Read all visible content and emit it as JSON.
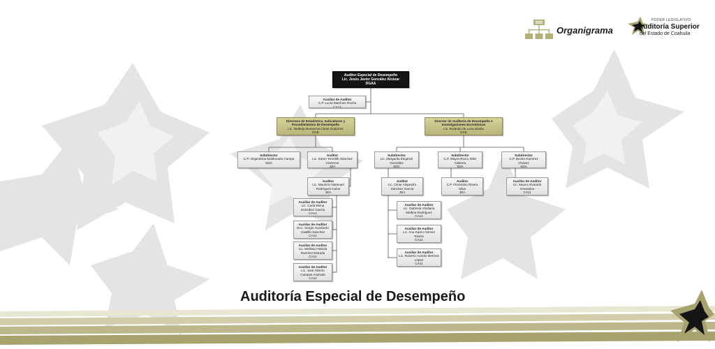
{
  "header": {
    "section_label": "Organigrama",
    "logo_line1": "PODER LEGISLATIVO",
    "logo_line2": "Auditoría Superior",
    "logo_line3": "del Estado de Coahuila"
  },
  "footer_title": "Auditoría Especial de Desempeño",
  "colors": {
    "olive": "#b4b078",
    "olive_dark": "#8c8a55",
    "stripe_light": "#d7d3b6",
    "top_node": "#141414",
    "bg_star": "#e3e3e3"
  },
  "icons": [
    "org-chart-icon",
    "auditoria-logo-icon",
    "background-star-icon"
  ],
  "nodes": [
    {
      "id": "top",
      "kind": "top",
      "title": "Auditor Especial de Desempeño",
      "name": "Lic. Jesús Javier González Alcázar",
      "code": "DGAA"
    },
    {
      "id": "aux0",
      "kind": "box",
      "title": "Auxiliar de Auditor",
      "name": "C.P. Lucía Martínez Roche",
      "code": "CA14"
    },
    {
      "id": "dirA",
      "kind": "dir",
      "title": "Directora de Estadística, Indicadores y Procedimientos de Desempeño",
      "name": "Lic. Nelbely Monserrat Cantú Gutiérrez",
      "code": "DAE"
    },
    {
      "id": "dirB",
      "kind": "dir",
      "title": "Director de Auditoría de Desempeño e Investigaciones Económicas",
      "name": "Lic. Rolando de Luna Dávila",
      "code": "DAE"
    },
    {
      "id": "sub1",
      "kind": "box",
      "title": "Subdirector",
      "name": "C.P. Alejandrina Maldonado Campa",
      "code": "SDC"
    },
    {
      "id": "aud1",
      "kind": "box",
      "title": "Auditor",
      "name": "Lic. Karen Yeredith Sánchez Cisneros",
      "code": "JDA"
    },
    {
      "id": "sub2",
      "kind": "box",
      "title": "Subdirector",
      "name": "Lic. Margarita Esquivel González",
      "code": "SDC"
    },
    {
      "id": "sub3",
      "kind": "box",
      "title": "Subdirector",
      "name": "C.P. Mayra Rocío Siller Cabrera",
      "code": "SDA"
    },
    {
      "id": "sub4",
      "kind": "box",
      "title": "Subdirector",
      "name": "C.P. Benito Ramírez Chávez",
      "code": "SDA"
    },
    {
      "id": "aud2",
      "kind": "box",
      "title": "Auditor",
      "name": "Lic. Mauricio Natanael Rodríguez Culos",
      "code": "JDA"
    },
    {
      "id": "aud3",
      "kind": "box",
      "title": "Auditor",
      "name": "Lic. Omar Alejandro Sánchez García",
      "code": "JDA"
    },
    {
      "id": "aud4",
      "kind": "box",
      "title": "Auditor",
      "name": "C.P. Florentino Rivera Silva",
      "code": "JDA"
    },
    {
      "id": "aux5",
      "kind": "box",
      "title": "Auxiliar de Auditor",
      "name": "Lic. Mauro Alvarado Granados",
      "code": "CA11"
    },
    {
      "id": "aux1",
      "kind": "box",
      "title": "Auxiliar de Auditor",
      "name": "Lic. Carla Elena González García",
      "code": "CA14"
    },
    {
      "id": "aux2",
      "kind": "box",
      "title": "Auxiliar de Auditor",
      "name": "M.C. Sergio Humberto Castillo Sánchez",
      "code": "CA14"
    },
    {
      "id": "aux3",
      "kind": "box",
      "title": "Auxiliar de Auditor",
      "name": "Lic. Melissa Fabiola Ramírez Estrada",
      "code": "CA11"
    },
    {
      "id": "aux4",
      "kind": "box",
      "title": "Auxiliar de Auditor",
      "name": "Lic. José Alberto Campos Andrade",
      "code": "CA11"
    },
    {
      "id": "aux6",
      "kind": "box",
      "title": "Auxiliar de Auditor",
      "name": "Lic. Gabriela Viridiana Medina Rodríguez",
      "code": "CA14"
    },
    {
      "id": "aux7",
      "kind": "box",
      "title": "Auxiliar de Auditor",
      "name": "Lic. Ana Karen Gómez Rivera",
      "code": "CA14"
    },
    {
      "id": "aux8",
      "kind": "box",
      "title": "Auxiliar de Auditor",
      "name": "Lic. Roberto Aurelio Merinos López",
      "code": "CA11"
    }
  ]
}
